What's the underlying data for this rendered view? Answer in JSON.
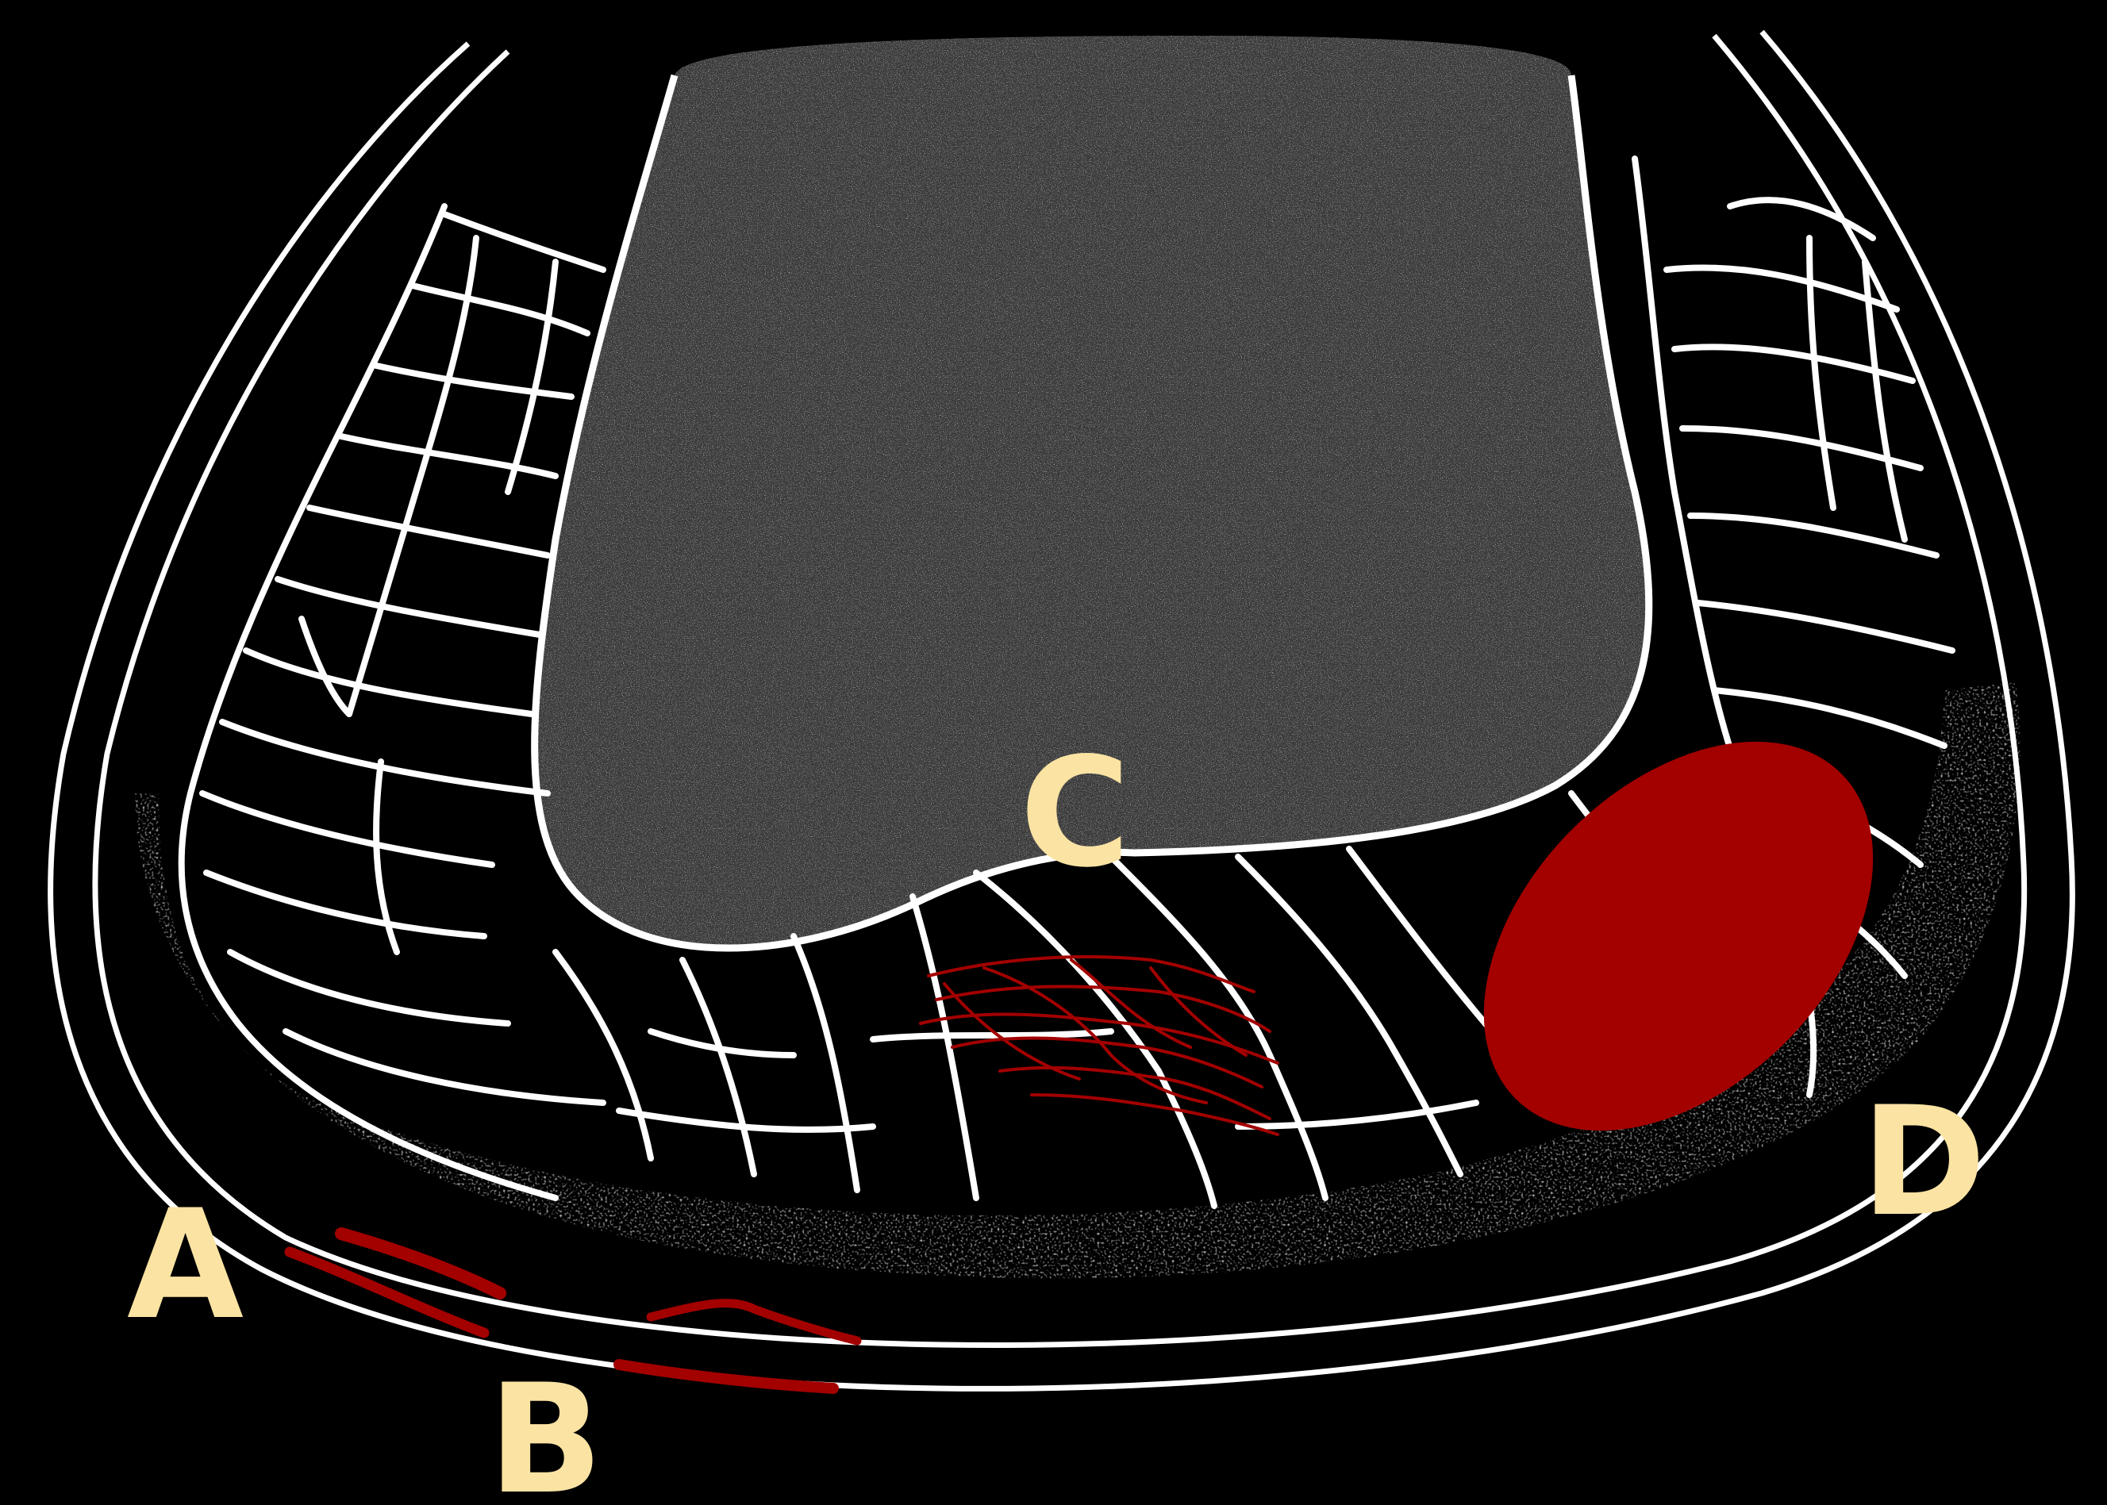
{
  "colors": {
    "background": "#000000",
    "tissue_line": "#ffffff",
    "lesion": "#a30000",
    "label": "#fbe3a3"
  },
  "labels": {
    "a": "A",
    "b": "B",
    "c": "C",
    "d": "D"
  }
}
